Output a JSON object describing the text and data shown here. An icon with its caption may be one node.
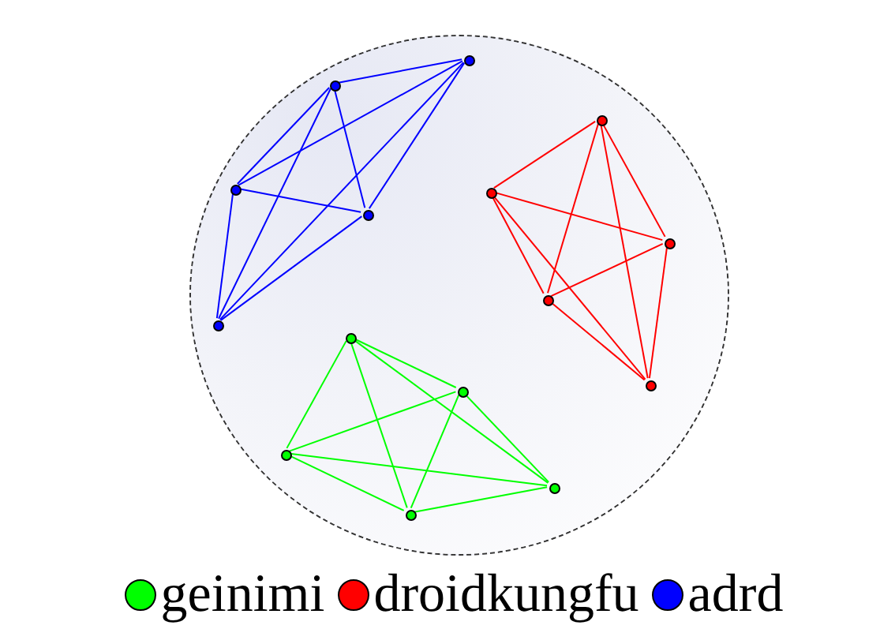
{
  "diagram": {
    "nodes": [
      {
        "text": [],
        "shape": "circle"
      },
      {
        "text": [],
        "shape": "circle",
        "in": 0
      },
      {
        "text": [],
        "shape": "circle",
        "in": 0
      },
      {
        "text": [],
        "shape": "circle",
        "in": 0
      },
      {
        "text": [],
        "shape": "circle",
        "in": 0
      },
      {
        "text": [],
        "shape": "circle",
        "in": 0
      },
      {
        "text": [],
        "shape": "circle",
        "in": 0
      },
      {
        "text": [],
        "shape": "circle",
        "in": 0
      },
      {
        "text": [],
        "shape": "circle",
        "in": 0
      },
      {
        "text": [],
        "shape": "circle",
        "in": 0
      },
      {
        "text": [],
        "shape": "circle",
        "in": 0
      },
      {
        "text": [],
        "shape": "circle",
        "in": 0
      },
      {
        "text": [],
        "shape": "circle",
        "in": 0
      },
      {
        "text": [],
        "shape": "circle",
        "in": 0
      },
      {
        "text": [],
        "shape": "circle",
        "in": 0
      },
      {
        "text": [],
        "shape": "circle",
        "in": 0
      }
    ],
    "edges": [
      {
        "from": 1,
        "to": 2,
        "arrow": "none",
        "color": "#0000ff"
      },
      {
        "from": 1,
        "to": 3,
        "arrow": "none",
        "color": "#0000ff"
      },
      {
        "from": 1,
        "to": 4,
        "arrow": "none",
        "color": "#0000ff"
      },
      {
        "from": 1,
        "to": 5,
        "arrow": "none",
        "color": "#0000ff"
      },
      {
        "from": 2,
        "to": 3,
        "arrow": "none",
        "color": "#0000ff"
      },
      {
        "from": 2,
        "to": 4,
        "arrow": "none",
        "color": "#0000ff"
      },
      {
        "from": 2,
        "to": 5,
        "arrow": "none",
        "color": "#0000ff"
      },
      {
        "from": 3,
        "to": 4,
        "arrow": "none",
        "color": "#0000ff"
      },
      {
        "from": 3,
        "to": 5,
        "arrow": "none",
        "color": "#0000ff"
      },
      {
        "from": 4,
        "to": 5,
        "arrow": "none",
        "color": "#0000ff"
      },
      {
        "from": 6,
        "to": 7,
        "arrow": "none",
        "color": "#ff0000"
      },
      {
        "from": 6,
        "to": 8,
        "arrow": "none",
        "color": "#ff0000"
      },
      {
        "from": 6,
        "to": 9,
        "arrow": "none",
        "color": "#ff0000"
      },
      {
        "from": 6,
        "to": 10,
        "arrow": "none",
        "color": "#ff0000"
      },
      {
        "from": 7,
        "to": 8,
        "arrow": "none",
        "color": "#ff0000"
      },
      {
        "from": 7,
        "to": 9,
        "arrow": "none",
        "color": "#ff0000"
      },
      {
        "from": 7,
        "to": 10,
        "arrow": "none",
        "color": "#ff0000"
      },
      {
        "from": 8,
        "to": 9,
        "arrow": "none",
        "color": "#ff0000"
      },
      {
        "from": 8,
        "to": 10,
        "arrow": "none",
        "color": "#ff0000"
      },
      {
        "from": 9,
        "to": 10,
        "arrow": "none",
        "color": "#ff0000"
      },
      {
        "from": 11,
        "to": 12,
        "arrow": "none",
        "color": "#00ff00"
      },
      {
        "from": 11,
        "to": 13,
        "arrow": "none",
        "color": "#00ff00"
      },
      {
        "from": 11,
        "to": 14,
        "arrow": "none",
        "color": "#00ff00"
      },
      {
        "from": 11,
        "to": 15,
        "arrow": "none",
        "color": "#00ff00"
      },
      {
        "from": 12,
        "to": 13,
        "arrow": "none",
        "color": "#00ff00"
      },
      {
        "from": 12,
        "to": 14,
        "arrow": "none",
        "color": "#00ff00"
      },
      {
        "from": 12,
        "to": 15,
        "arrow": "none",
        "color": "#00ff00"
      },
      {
        "from": 13,
        "to": 14,
        "arrow": "none",
        "color": "#00ff00"
      },
      {
        "from": 13,
        "to": 15,
        "arrow": "none",
        "color": "#00ff00"
      },
      {
        "from": 14,
        "to": 15,
        "arrow": "none",
        "color": "#00ff00"
      }
    ],
    "legend": [
      {
        "text": "geinimi",
        "color": "#00ff00"
      },
      {
        "text": "droidkungfu",
        "color": "#ff0000"
      },
      {
        "text": "adrd",
        "color": "#0000ff"
      }
    ]
  }
}
